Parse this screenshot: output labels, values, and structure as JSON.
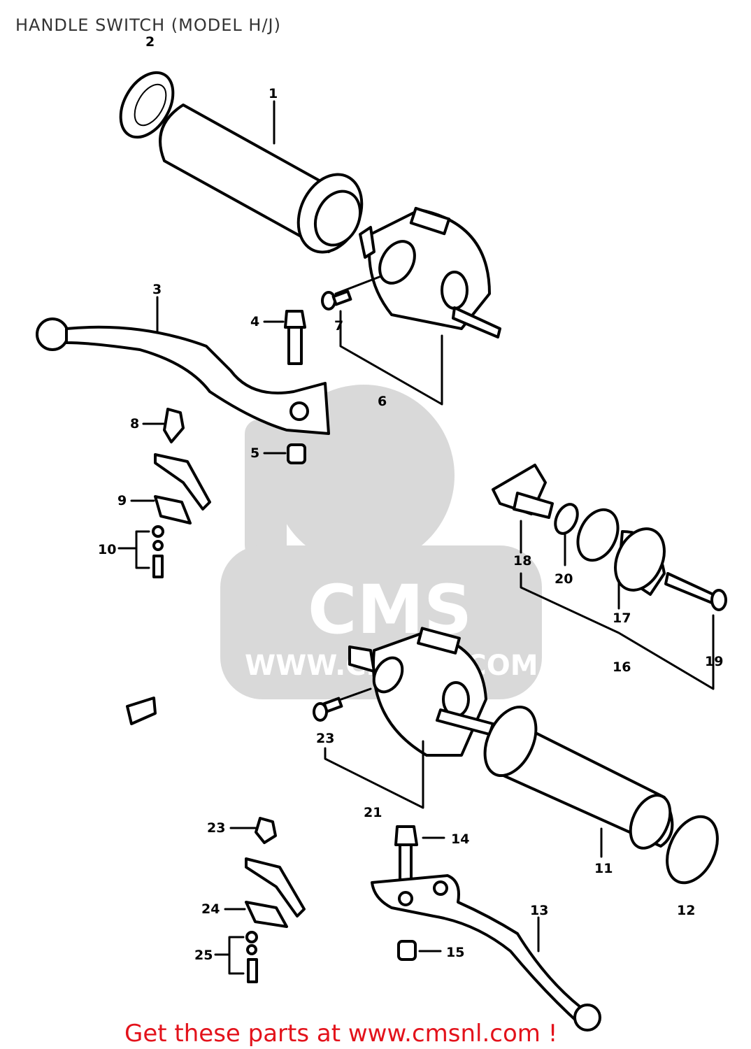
{
  "title": "HANDLE SWITCH (MODEL H/J)",
  "footer": "Get these parts at www.cmsnl.com !",
  "watermark": {
    "logo": "CMS",
    "url": "WWW.CMSNL.COM"
  },
  "part_labels": [
    "1",
    "2",
    "3",
    "4",
    "5",
    "6",
    "7",
    "8",
    "9",
    "10",
    "11",
    "12",
    "13",
    "14",
    "15",
    "16",
    "17",
    "18",
    "19",
    "20",
    "21",
    "23",
    "23",
    "24",
    "25"
  ],
  "colors": {
    "footer": "#e3121b",
    "title": "#333333",
    "watermark": "#d9d9d9"
  }
}
